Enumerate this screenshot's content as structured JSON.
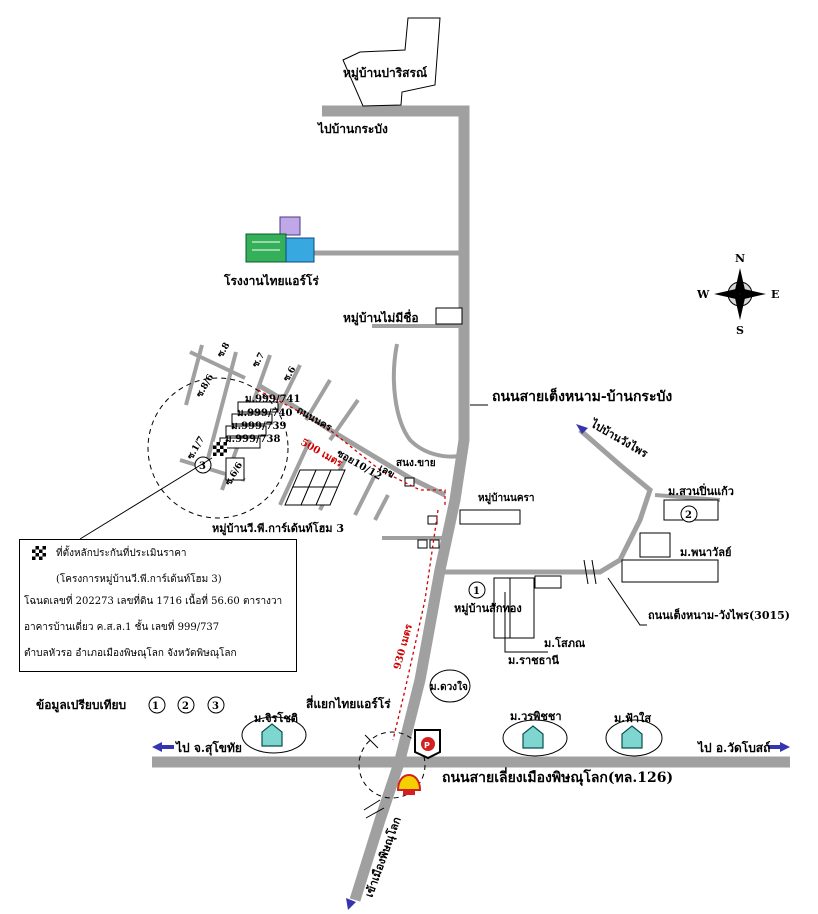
{
  "labels": {
    "mu_ban_parisa": "หมู่บ้านปาริสรณ์",
    "to_ban_krabang": "ไปบ้านกระบัง",
    "factory": "โรงงานไทยแอร์โร่",
    "mu_ban_mai_mi_chue": "หมู่บ้านไม่มีชื่อ",
    "road_teng_krabang": "ถนนสายเต็งหนาม-บ้านกระบัง",
    "to_wang_phai": "ไปบ้านวังไพร",
    "soi8": "ซ.8",
    "soi7": "ซ.7",
    "soi6": "ซ.6",
    "soi8_6": "ซ.8/6",
    "soi1_7": "ซ.1/7",
    "soi6_6": "ซ.6/6",
    "house1": "ม.999/741",
    "house2": "ม.999/740",
    "house3": "ม.999/739",
    "house4": "ม.999/738",
    "road_nakhon": "ถนนนคร",
    "soi10_12": "ซอย10/12",
    "lek": "เลข",
    "dist_500": "500 เมตร",
    "dist_930": "930 เมตร",
    "sanong_khai": "สนง.ขาย",
    "mu_ban_nakhon": "หมู่บ้านนครา",
    "mu_ban_vp": "หมู่บ้านวี.พี.การ์เด้นท์โฮม 3",
    "m_suan_pin": "ม.สวนปิ่นแก้ว",
    "m_phana": "ม.พนาวัลย์",
    "road_teng_wang": "ถนนเต็งหนาม-วังไพร(3015)",
    "mu_ban_sak": "หมู่บ้านสักทอง",
    "m_sokan": "ม.โสภณ",
    "m_ratchathani": "ม.ราชธานี",
    "m_duangjai": "ม.ดวงใจ",
    "compare": "ข้อมูลเปรียบเทียบ",
    "siyaek": "สี่แยกไทยแอร์โร่",
    "m_jirachot": "ม.จิรโชติ",
    "m_worapitcha": "ม.วรพิชชา",
    "m_fasai": "ม.ฟ้าใส",
    "to_sukhothai": "ไป จ.สุโขทัย",
    "to_wat_bot": "ไป อ.วัดโบสถ์",
    "road_ring": "ถนนสายเลี่ยงเมืองพิษณุโลก(ทล.126)",
    "to_phitsanulok": "เข้าเมืองพิษณุโลก",
    "n1": "1",
    "n2": "2",
    "n3": "3",
    "p_sign": "P"
  },
  "compass": {
    "n": "N",
    "s": "S",
    "e": "E",
    "w": "W"
  },
  "legend": {
    "line1": "ที่ตั้งหลักประกันที่ประเมินราคา",
    "line2": "(โครงการหมู่บ้านวี.พี.การ์เด้นท์โฮม 3)",
    "line3": "โฉนดเลขที่ 202273 เลขที่ดิน 1716 เนื้อที่ 56.60 ตารางวา",
    "line4": "อาคารบ้านเดี่ยว ค.ส.ล.1 ชั้น เลขที่ 999/737",
    "line5": "ตำบลหัวรอ อำเภอเมืองพิษณุโลก จังหวัดพิษณุโลก"
  },
  "colors": {
    "road": "#a0a0a0",
    "route": "#d00000",
    "arrow": "#3535b0",
    "shell_yellow": "#f5d000",
    "shell_red": "#d42020"
  }
}
